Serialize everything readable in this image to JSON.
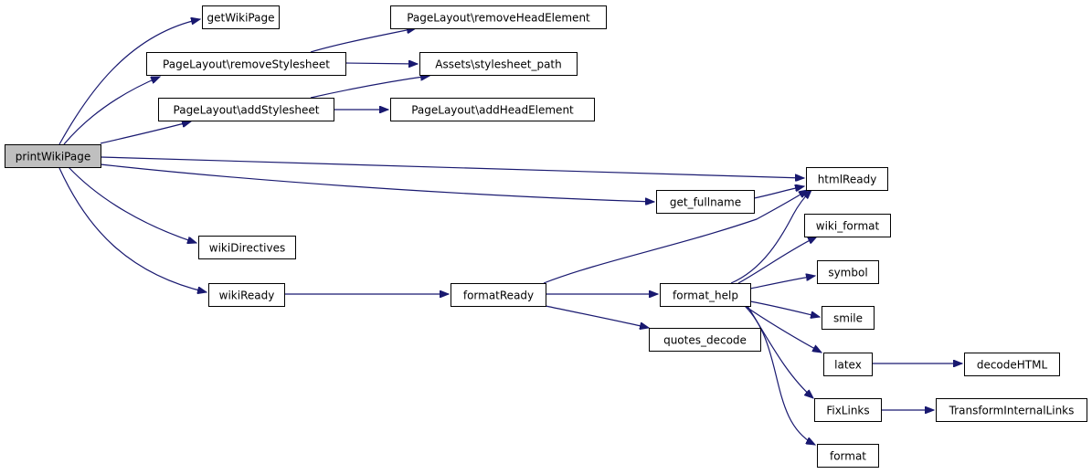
{
  "diagram": {
    "colors": {
      "edge": "#191970",
      "node_border": "#000000",
      "node_fill": "#ffffff",
      "root_fill": "#bfbfbf"
    },
    "nodes": [
      {
        "id": "printWikiPage",
        "label": "printWikiPage",
        "root": true
      },
      {
        "id": "getWikiPage",
        "label": "getWikiPage"
      },
      {
        "id": "removeStylesheet",
        "label": "PageLayout\\removeStylesheet"
      },
      {
        "id": "addStylesheet",
        "label": "PageLayout\\addStylesheet"
      },
      {
        "id": "removeHeadElement",
        "label": "PageLayout\\removeHeadElement"
      },
      {
        "id": "stylesheet_path",
        "label": "Assets\\stylesheet_path"
      },
      {
        "id": "addHeadElement",
        "label": "PageLayout\\addHeadElement"
      },
      {
        "id": "htmlReady",
        "label": "htmlReady"
      },
      {
        "id": "get_fullname",
        "label": "get_fullname"
      },
      {
        "id": "wikiDirectives",
        "label": "wikiDirectives"
      },
      {
        "id": "wikiReady",
        "label": "wikiReady"
      },
      {
        "id": "formatReady",
        "label": "formatReady"
      },
      {
        "id": "quotes_decode",
        "label": "quotes_decode"
      },
      {
        "id": "format_help",
        "label": "format_help"
      },
      {
        "id": "wiki_format",
        "label": "wiki_format"
      },
      {
        "id": "symbol",
        "label": "symbol"
      },
      {
        "id": "smile",
        "label": "smile"
      },
      {
        "id": "latex",
        "label": "latex"
      },
      {
        "id": "decodeHTML",
        "label": "decodeHTML"
      },
      {
        "id": "FixLinks",
        "label": "FixLinks"
      },
      {
        "id": "TransformInternalLinks",
        "label": "TransformInternalLinks"
      },
      {
        "id": "format",
        "label": "format"
      }
    ],
    "edges": [
      {
        "from": "printWikiPage",
        "to": "getWikiPage"
      },
      {
        "from": "printWikiPage",
        "to": "removeStylesheet"
      },
      {
        "from": "printWikiPage",
        "to": "addStylesheet"
      },
      {
        "from": "printWikiPage",
        "to": "htmlReady"
      },
      {
        "from": "printWikiPage",
        "to": "get_fullname"
      },
      {
        "from": "printWikiPage",
        "to": "wikiDirectives"
      },
      {
        "from": "printWikiPage",
        "to": "wikiReady"
      },
      {
        "from": "removeStylesheet",
        "to": "removeHeadElement"
      },
      {
        "from": "removeStylesheet",
        "to": "stylesheet_path"
      },
      {
        "from": "addStylesheet",
        "to": "stylesheet_path"
      },
      {
        "from": "addStylesheet",
        "to": "addHeadElement"
      },
      {
        "from": "get_fullname",
        "to": "htmlReady"
      },
      {
        "from": "wikiReady",
        "to": "formatReady"
      },
      {
        "from": "formatReady",
        "to": "htmlReady"
      },
      {
        "from": "formatReady",
        "to": "format_help"
      },
      {
        "from": "formatReady",
        "to": "quotes_decode"
      },
      {
        "from": "format_help",
        "to": "htmlReady"
      },
      {
        "from": "format_help",
        "to": "wiki_format"
      },
      {
        "from": "format_help",
        "to": "symbol"
      },
      {
        "from": "format_help",
        "to": "smile"
      },
      {
        "from": "format_help",
        "to": "latex"
      },
      {
        "from": "format_help",
        "to": "FixLinks"
      },
      {
        "from": "format_help",
        "to": "format"
      },
      {
        "from": "latex",
        "to": "decodeHTML"
      },
      {
        "from": "FixLinks",
        "to": "TransformInternalLinks"
      }
    ]
  }
}
